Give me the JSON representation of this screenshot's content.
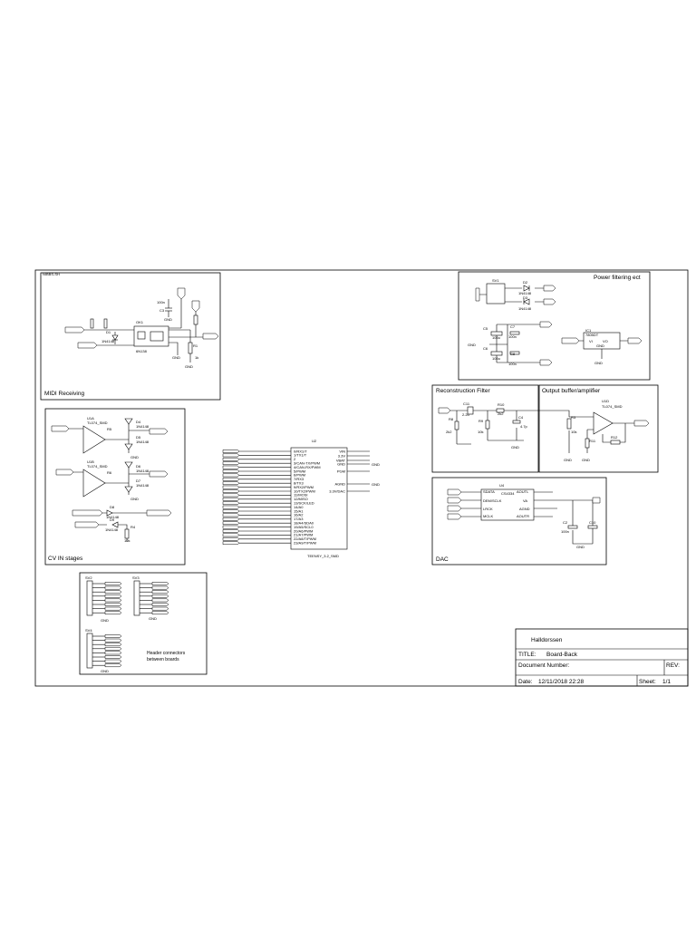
{
  "sheet_tag": "NIBBS-SH",
  "sections": {
    "midi": "MIDI Receiving",
    "power": "Power filtering ect",
    "cv": "CV IN stages",
    "recon": "Reconstruction Filter",
    "output": "Output buffer/amplifier",
    "dac": "DAC",
    "headers": "Header connectors\nbetween boards"
  },
  "titleblock": {
    "company": "Halldorssen",
    "title_label": "TITLE:",
    "title_value": "Board-Back",
    "docnum_label": "Document Number:",
    "rev_label": "REV:",
    "date_label": "Date:",
    "date_value": "12/11/2018 22:28",
    "sheet_label": "Sheet:",
    "sheet_value": "1/1"
  },
  "parts": {
    "midi": [
      "OK1",
      "6N138",
      "D1",
      "1N4148",
      "R2",
      "R3",
      "R1",
      "1k",
      "C3",
      "100n",
      "GND",
      "GND"
    ],
    "power": [
      "SV1",
      "D2",
      "1N4148",
      "D3",
      "1N4148",
      "C5",
      "C6",
      "C7",
      "C8",
      "100u",
      "100u",
      "100n",
      "100n",
      "IC1",
      "7805DT",
      "VI",
      "VO",
      "GND",
      "GND",
      "GND"
    ],
    "cv": [
      "U1A",
      "TL074_SMD",
      "U1B",
      "TL074_SMD",
      "D4",
      "1N4148",
      "D5",
      "1N4148",
      "D6",
      "1N4148",
      "D7",
      "1N4148",
      "D8",
      "1N4148",
      "D9",
      "1N4148",
      "R4",
      "R5",
      "R6",
      "R7",
      "10k",
      "GND",
      "GND"
    ],
    "recon": [
      "C11",
      "2.2u",
      "R10",
      "R8",
      "R9",
      "C9",
      "C4",
      "2k2",
      "10k",
      "4.7p",
      "GND"
    ],
    "output": [
      "U1D",
      "TL074_SMD",
      "R3",
      "R11",
      "R12",
      "GND",
      "GND"
    ],
    "dac": [
      "U4",
      "CS4334",
      "SDATA",
      "DEM/SCLK",
      "LRCK",
      "MCLK",
      "AOUTL",
      "VA",
      "AGND",
      "AOUTR",
      "C2",
      "C10",
      "100n",
      "GND"
    ],
    "mcu": [
      "U2",
      "TEENSY_3.2_SMD",
      "GND",
      "GND",
      "GND"
    ],
    "headers": [
      "SV2",
      "SV3",
      "SV4",
      "GND",
      "GND",
      "GND"
    ]
  },
  "mcu_pins_left": [
    "0/RX1/T",
    "1/TX1/T",
    "2",
    "3/CAN-TX/PWM",
    "4/CAN-RX/PWM",
    "5/PWM",
    "6/PWM",
    "7/RX3",
    "8/TX3",
    "9/RX2/PWM",
    "10/TX2/PWM",
    "11/MOSI",
    "12/MISO",
    "13/SCK/LED",
    "14/A0",
    "15/A1",
    "16/A2",
    "17/A3",
    "18/A4/SDA0",
    "19/A5/SCL0",
    "20/A6/PWM",
    "21/A7/PWM",
    "22/A8/T/PWM",
    "23/A9/T/PWM"
  ],
  "mcu_pins_right": [
    "VIN",
    "3.3V",
    "VBAT",
    "GND",
    "PGM",
    "AGND",
    "3.3V/DAC"
  ]
}
